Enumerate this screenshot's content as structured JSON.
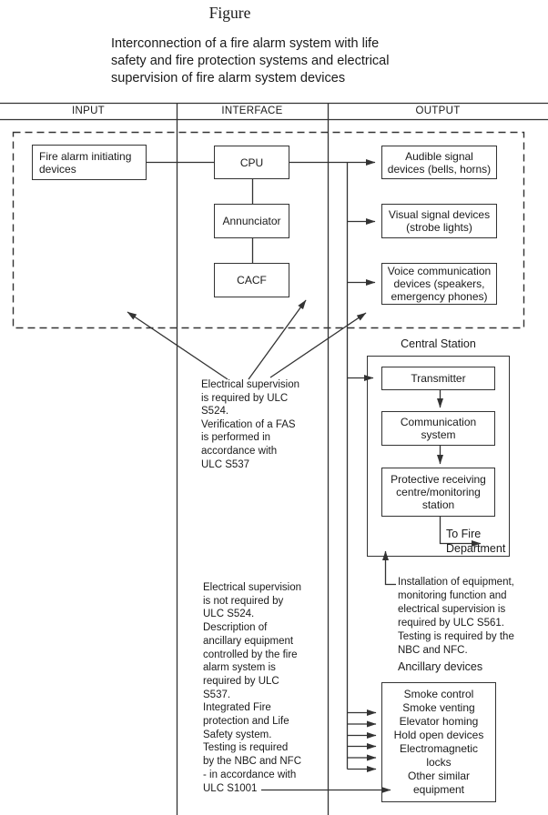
{
  "title": "Figure",
  "subtitle": "Interconnection of a fire alarm system with life\nsafety and fire protection systems and electrical\nsupervision of fire alarm system devices",
  "columns": {
    "input": "INPUT",
    "interface": "INTERFACE",
    "output": "OUTPUT"
  },
  "boxes": {
    "fire_alarm_initiating": "Fire alarm initiating\ndevices",
    "cpu": "CPU",
    "annunciator": "Annunciator",
    "cacf": "CACF",
    "audible": "Audible signal\ndevices (bells, horns)",
    "visual": "Visual signal devices\n(strobe lights)",
    "voice": "Voice communication\ndevices (speakers,\nemergency phones)",
    "transmitter": "Transmitter",
    "communication_system": "Communication\nsystem",
    "protective_receiving": "Protective receiving\ncentre/monitoring\nstation",
    "ancillary_items": "Smoke control\nSmoke venting\nElevator homing\nHold open devices\nElectromagnetic\nlocks\nOther similar\nequipment"
  },
  "labels": {
    "central_station": "Central Station",
    "to_fire_department": "To Fire\nDepartment",
    "ancillary_devices": "Ancillary devices"
  },
  "notes": {
    "supervision_required": "Electrical supervision\nis required by ULC\nS524.\nVerification of a FAS\nis performed in\naccordance with\nULC S537",
    "installation": "Installation of equipment,\nmonitoring function and\nelectrical supervision is\nrequired by ULC S561.\nTesting is required by the\nNBC and NFC.",
    "supervision_not_required": "Electrical supervision\nis not required by\nULC S524.\nDescription of\nancillary equipment\ncontrolled by the fire\nalarm system is\nrequired by ULC\nS537.\nIntegrated Fire\nprotection and Life\nSafety system.\nTesting is required\nby the NBC and NFC\n- in accordance with\nULC S1001"
  },
  "colors": {
    "line": "#333333",
    "text": "#1a1a1a",
    "background": "#ffffff"
  }
}
